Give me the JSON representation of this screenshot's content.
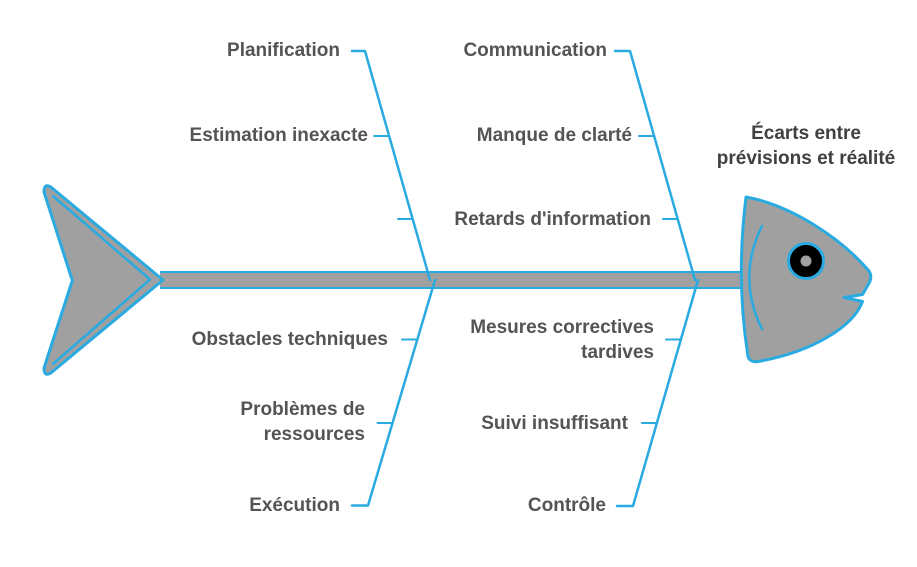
{
  "diagram": {
    "type": "fishbone",
    "effect": {
      "label": "Écarts entre\nprévisions et réalité"
    },
    "branches": [
      {
        "id": "planification",
        "label": "Planification",
        "position": "top-left",
        "sub_items": [
          "Estimation inexacte"
        ]
      },
      {
        "id": "communication",
        "label": "Communication",
        "position": "top-middle",
        "sub_items": [
          "Manque de clarté",
          "Retards d'information"
        ]
      },
      {
        "id": "execution",
        "label": "Exécution",
        "position": "bottom-left",
        "sub_items": [
          "Obstacles techniques",
          "Problèmes de\nressources"
        ]
      },
      {
        "id": "controle",
        "label": "Contrôle",
        "position": "bottom-middle",
        "sub_items": [
          "Mesures correctives\ntardives",
          "Suivi insuffisant"
        ]
      }
    ],
    "colors": {
      "line_blue": "#29abe2",
      "shape_fill": "#a0a0a0",
      "label_text": "#545454",
      "effect_text": "#404040",
      "eye_fill": "#000000"
    }
  }
}
